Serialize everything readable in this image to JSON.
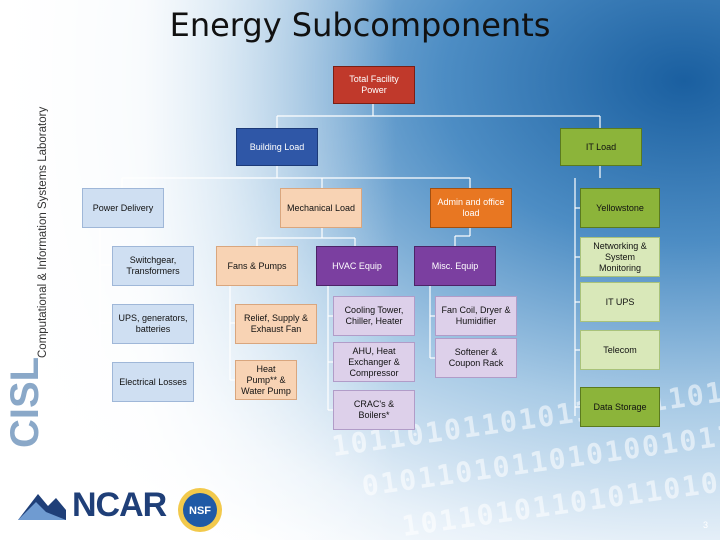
{
  "title": "Energy Subcomponents",
  "sidebar": {
    "org": "Computational & Information Systems Laboratory",
    "logo_text": "CISL"
  },
  "footer": {
    "logo_text": "NCAR",
    "nsf_text": "NSF",
    "page_number": "3"
  },
  "nodes": {
    "total": "Total Facility Power",
    "building": "Building Load",
    "it": "IT Load",
    "power_delivery": "Power Delivery",
    "mechanical": "Mechanical Load",
    "admin": "Admin and office load",
    "yellowstone": "Yellowstone",
    "switchgear": "Switchgear, Transformers",
    "ups": "UPS, generators, batteries",
    "electrical_losses": "Electrical Losses",
    "fans_pumps": "Fans & Pumps",
    "hvac": "HVAC Equip",
    "misc": "Misc. Equip",
    "networking": "Networking & System Monitoring",
    "relief": "Relief, Supply & Exhaust Fan",
    "cooling_tower": "Cooling Tower, Chiller, Heater",
    "fan_coil": "Fan Coil, Dryer & Humidifier",
    "it_ups": "IT UPS",
    "heat_pump": "Heat Pump** & Water Pump",
    "ahu": "AHU, Heat Exchanger & Compressor",
    "softener": "Softener & Coupon Rack",
    "telecom": "Telecom",
    "crac": "CRAC's & Boilers*",
    "data_storage": "Data Storage"
  },
  "colors": {
    "red": "#c0392b",
    "blue": "#2f57a7",
    "orange": "#e87722",
    "purple": "#7b3fa0",
    "green": "#8cb43a"
  }
}
